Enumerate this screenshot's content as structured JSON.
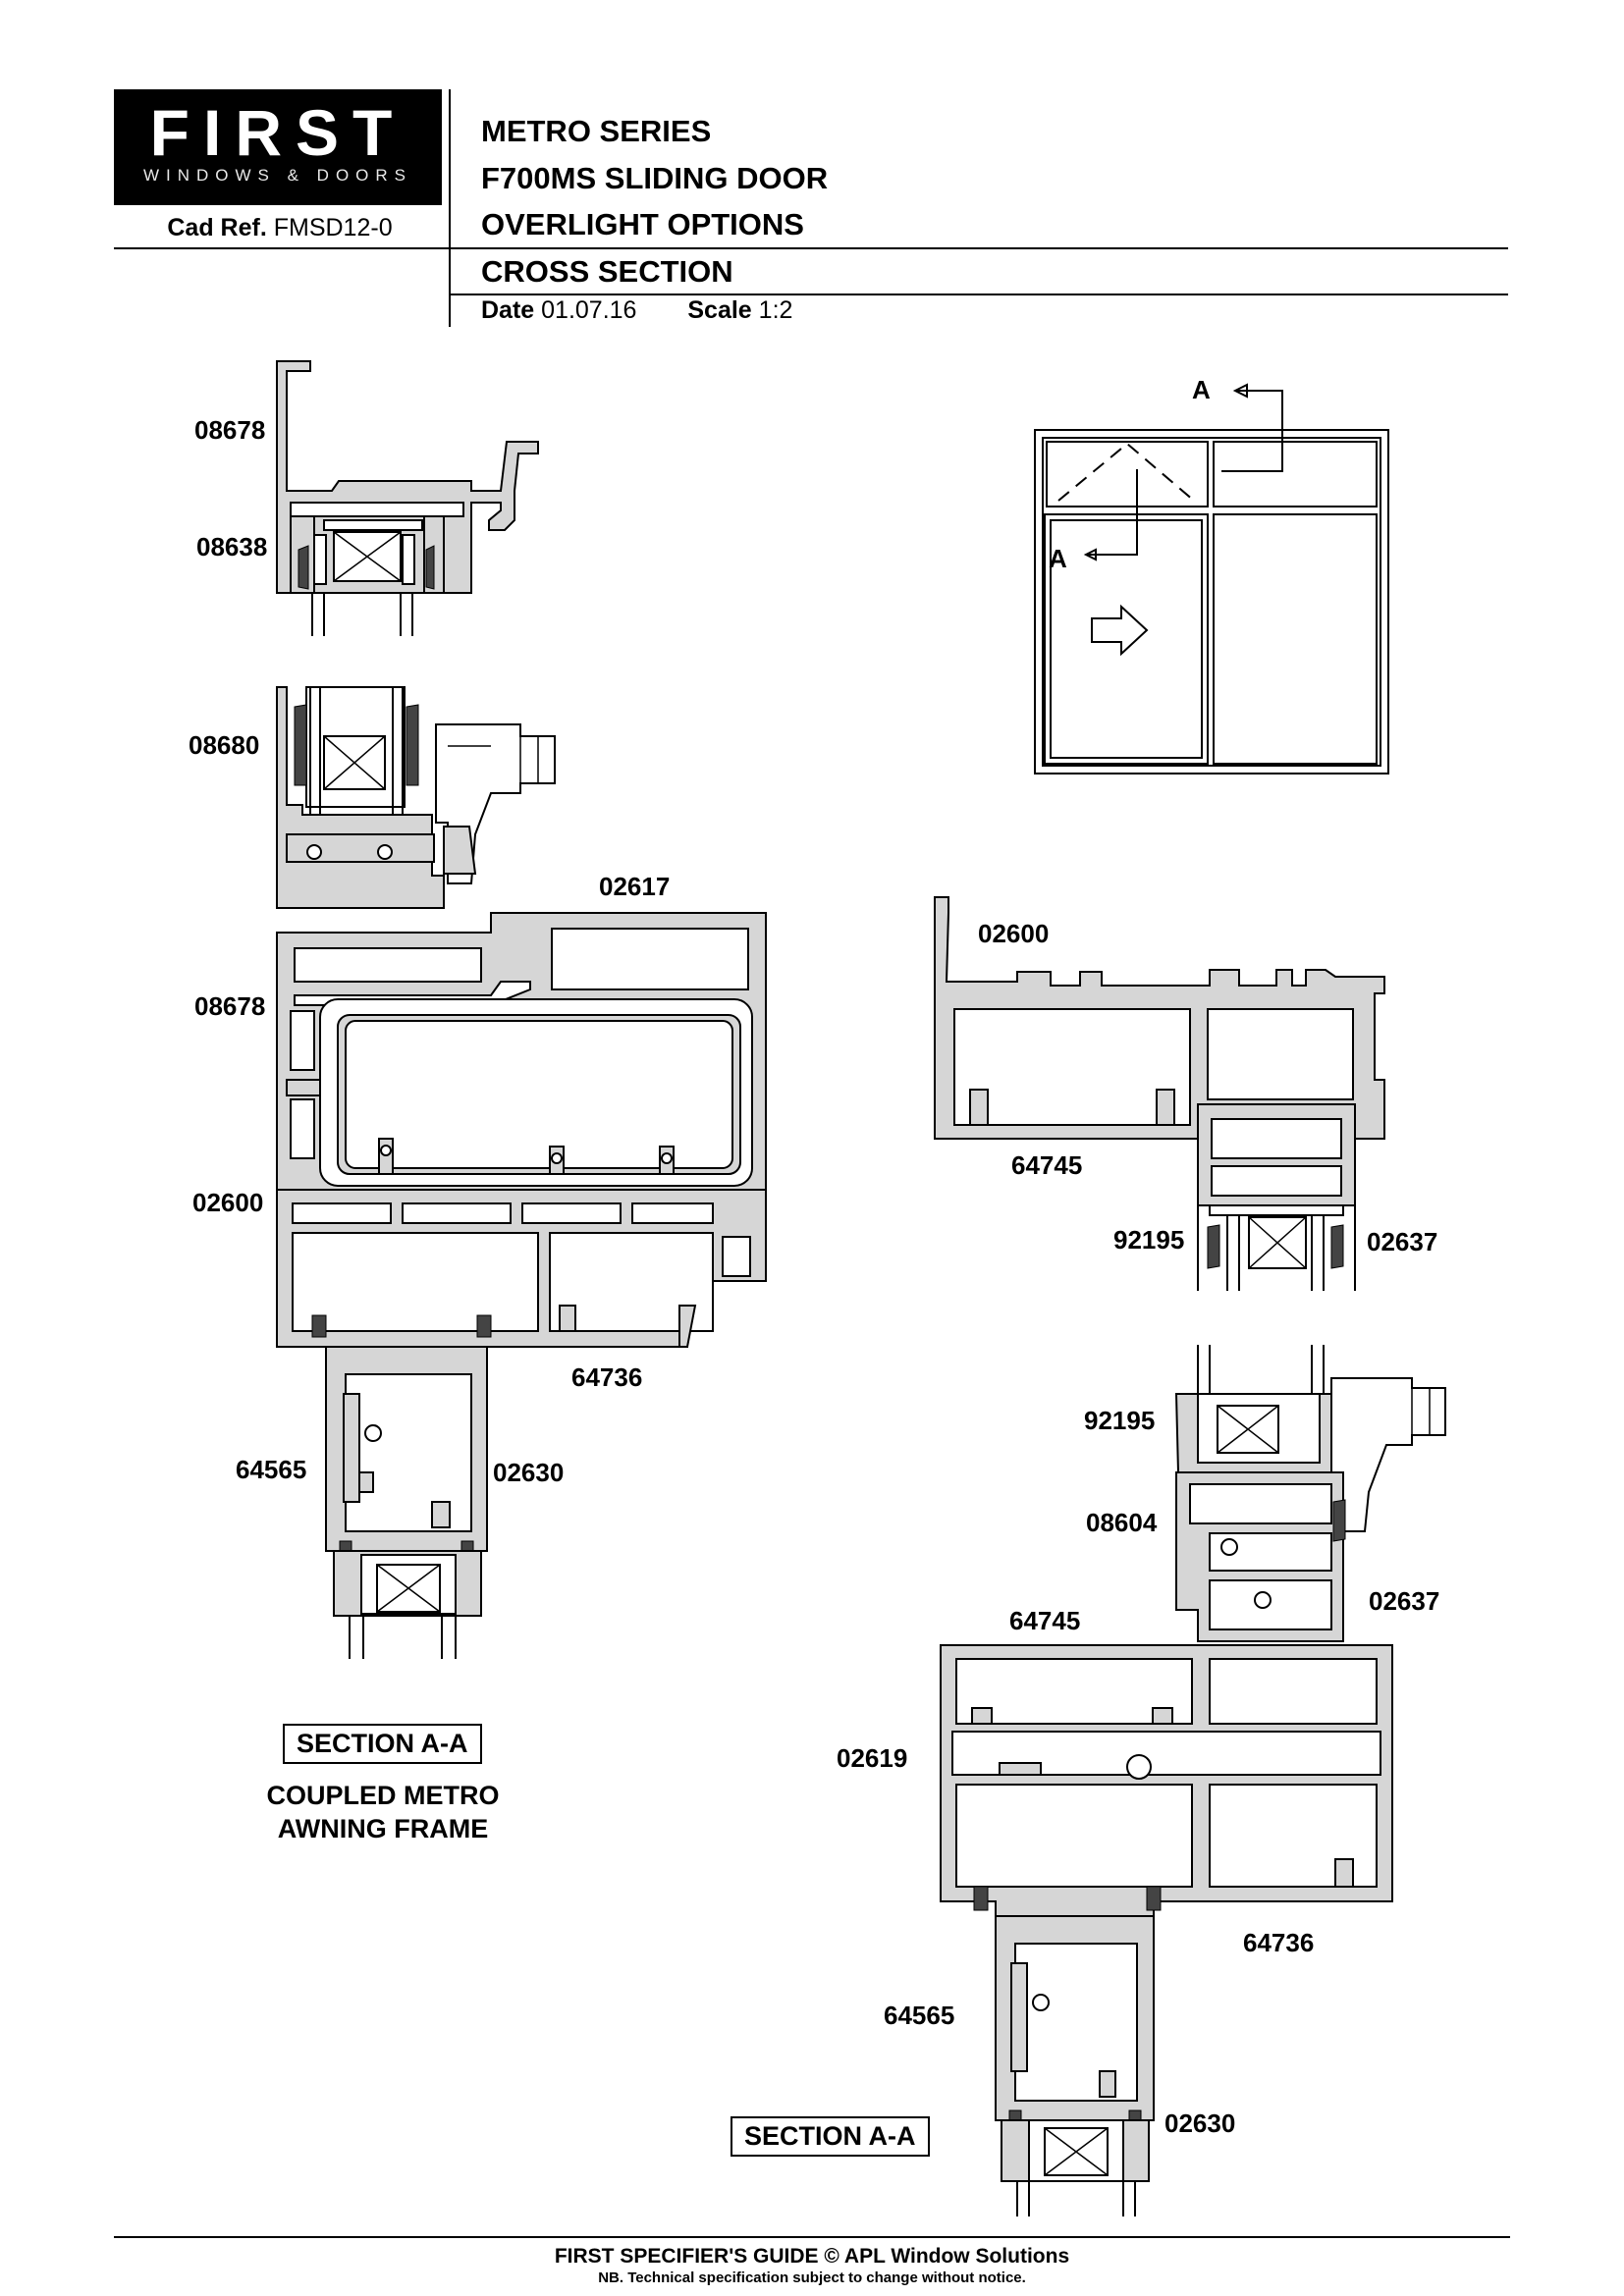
{
  "header": {
    "logo_word": "FIRST",
    "logo_sub": "WINDOWS & DOORS",
    "cad_ref_label": "Cad Ref.",
    "cad_ref_value": "FMSD12-0",
    "series": "METRO SERIES",
    "product": "F700MS SLIDING DOOR",
    "option": "OVERLIGHT OPTIONS",
    "view": "CROSS SECTION",
    "date_label": "Date",
    "date_value": "01.07.16",
    "scale_label": "Scale",
    "scale_value": "1:2"
  },
  "left_section": {
    "labels": [
      "08678",
      "08638",
      "08680",
      "02617",
      "08678",
      "02600",
      "64736",
      "64565",
      "02630"
    ],
    "section_box": "SECTION A-A",
    "caption_line1": "COUPLED METRO",
    "caption_line2": "AWNING FRAME"
  },
  "elevation": {
    "marker_top": "A",
    "marker_mid": "A"
  },
  "right_section": {
    "labels": [
      "02600",
      "64745",
      "92195",
      "02637",
      "92195",
      "08604",
      "02637",
      "64745",
      "02619",
      "64736",
      "64565",
      "02630"
    ],
    "section_box": "SECTION A-A"
  },
  "footer": {
    "line1": "FIRST SPECIFIER'S GUIDE  © APL Window Solutions",
    "line2": "NB. Technical specification subject to change without notice."
  }
}
